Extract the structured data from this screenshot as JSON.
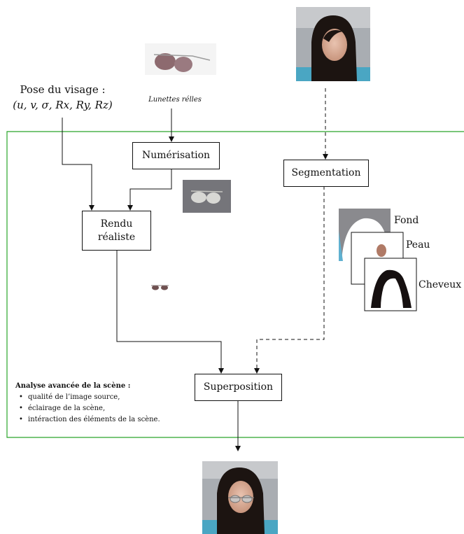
{
  "pose": {
    "line1": "Pose du visage :",
    "line2": "(u, v, σ, Rx, Ry, Rz)"
  },
  "glasses_caption": "Lunettes rélles",
  "boxes": {
    "numerisation": "Numérisation",
    "rendu_line1": "Rendu",
    "rendu_line2": "réaliste",
    "segmentation": "Segmentation",
    "superposition": "Superposition"
  },
  "layers": {
    "fond": "Fond",
    "peau": "Peau",
    "cheveux": "Cheveux"
  },
  "analysis": {
    "title": "Analyse avancée de la scène :",
    "items": [
      "qualité de l’image source,",
      "éclairage de la scène,",
      "intéraction des éléments de la scène."
    ]
  },
  "colors": {
    "frame": "#2aa52a",
    "line": "#111111"
  }
}
